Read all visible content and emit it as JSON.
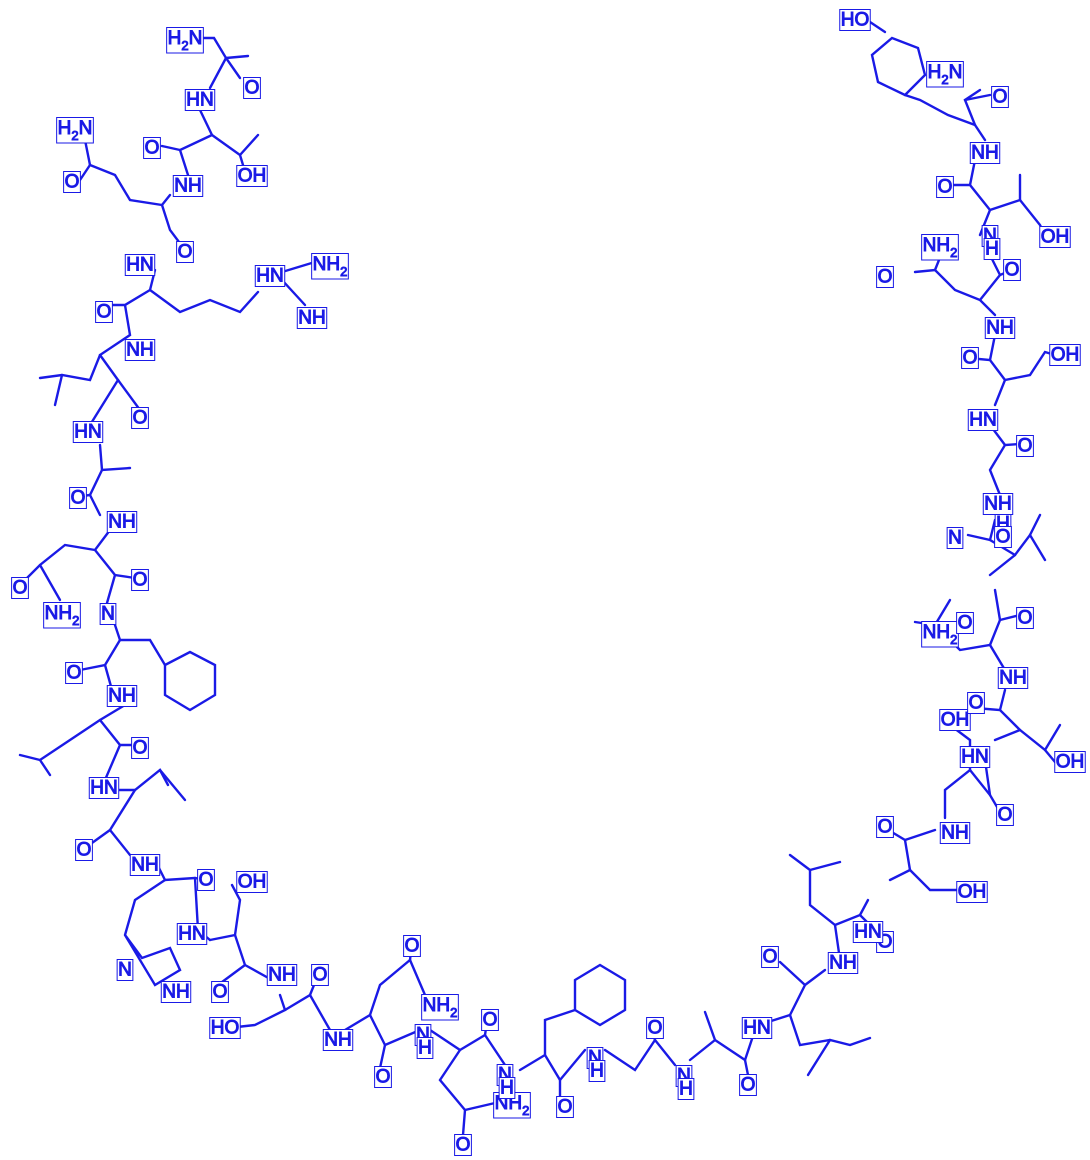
{
  "colors": {
    "ink": "#1a1ae6"
  },
  "atom_labels": [
    {
      "text": "H2N",
      "kind": "amine-label"
    },
    {
      "text": "O",
      "kind": "carbonyl-oxygen-label"
    },
    {
      "text": "HN",
      "kind": "amide-nh-label"
    },
    {
      "text": "O",
      "kind": "carbonyl-oxygen-label"
    },
    {
      "text": "OH",
      "kind": "hydroxyl-label"
    },
    {
      "text": "H2N",
      "kind": "amine-label"
    },
    {
      "text": "O",
      "kind": "carbonyl-oxygen-label"
    },
    {
      "text": "NH",
      "kind": "amide-nh-label"
    },
    {
      "text": "O",
      "kind": "carbonyl-oxygen-label"
    },
    {
      "text": "HN",
      "kind": "amide-nh-label"
    },
    {
      "text": "NH2",
      "kind": "amine-label"
    },
    {
      "text": "HN",
      "kind": "amide-nh-label"
    },
    {
      "text": "NH",
      "kind": "imine-label"
    },
    {
      "text": "O",
      "kind": "carbonyl-oxygen-label"
    },
    {
      "text": "NH",
      "kind": "amide-nh-label"
    },
    {
      "text": "O",
      "kind": "carbonyl-oxygen-label"
    },
    {
      "text": "HN",
      "kind": "amide-nh-label"
    },
    {
      "text": "O",
      "kind": "carbonyl-oxygen-label"
    },
    {
      "text": "NH",
      "kind": "amide-nh-label"
    },
    {
      "text": "O",
      "kind": "carbonyl-oxygen-label"
    },
    {
      "text": "O",
      "kind": "carbonyl-oxygen-label"
    },
    {
      "text": "NH2",
      "kind": "amine-label"
    },
    {
      "text": "N",
      "kind": "amide-n-label"
    },
    {
      "text": "O",
      "kind": "carbonyl-oxygen-label"
    },
    {
      "text": "NH",
      "kind": "amide-nh-label"
    },
    {
      "text": "O",
      "kind": "carbonyl-oxygen-label"
    },
    {
      "text": "HN",
      "kind": "amide-nh-label"
    },
    {
      "text": "O",
      "kind": "carbonyl-oxygen-label"
    },
    {
      "text": "NH",
      "kind": "amide-nh-label"
    },
    {
      "text": "O",
      "kind": "carbonyl-oxygen-label"
    },
    {
      "text": "OH",
      "kind": "hydroxyl-label"
    },
    {
      "text": "HN",
      "kind": "amide-nh-label"
    },
    {
      "text": "N",
      "kind": "ring-nitrogen-label"
    },
    {
      "text": "NH",
      "kind": "ring-nh-label"
    },
    {
      "text": "O",
      "kind": "carbonyl-oxygen-label"
    },
    {
      "text": "NH",
      "kind": "amide-nh-label"
    },
    {
      "text": "O",
      "kind": "carbonyl-oxygen-label"
    },
    {
      "text": "HO",
      "kind": "hydroxyl-label"
    },
    {
      "text": "O",
      "kind": "carbonyl-oxygen-label"
    },
    {
      "text": "NH",
      "kind": "amide-nh-label"
    },
    {
      "text": "O",
      "kind": "carbonyl-oxygen-label"
    },
    {
      "text": "NH2",
      "kind": "amine-label"
    },
    {
      "text": "N",
      "kind": "amide-n-label"
    },
    {
      "text": "H",
      "kind": "amide-h-label"
    },
    {
      "text": "O",
      "kind": "carbonyl-oxygen-label"
    },
    {
      "text": "O",
      "kind": "carbonyl-oxygen-label"
    },
    {
      "text": "NH2",
      "kind": "amine-label"
    },
    {
      "text": "N",
      "kind": "amide-n-label"
    },
    {
      "text": "H",
      "kind": "amide-h-label"
    },
    {
      "text": "O",
      "kind": "carbonyl-oxygen-label"
    },
    {
      "text": "N",
      "kind": "amide-n-label"
    },
    {
      "text": "H",
      "kind": "amide-h-label"
    },
    {
      "text": "O",
      "kind": "carbonyl-oxygen-label"
    },
    {
      "text": "N",
      "kind": "amide-n-label"
    },
    {
      "text": "H",
      "kind": "amide-h-label"
    },
    {
      "text": "O",
      "kind": "carbonyl-oxygen-label"
    },
    {
      "text": "HN",
      "kind": "amide-nh-label"
    },
    {
      "text": "O",
      "kind": "carbonyl-oxygen-label"
    },
    {
      "text": "NH",
      "kind": "amide-nh-label"
    },
    {
      "text": "O",
      "kind": "carbonyl-oxygen-label"
    },
    {
      "text": "HN",
      "kind": "amide-nh-label"
    },
    {
      "text": "OH",
      "kind": "hydroxyl-label"
    },
    {
      "text": "O",
      "kind": "carbonyl-oxygen-label"
    },
    {
      "text": "NH",
      "kind": "amide-nh-label"
    },
    {
      "text": "OH",
      "kind": "hydroxyl-label"
    },
    {
      "text": "O",
      "kind": "carbonyl-oxygen-label"
    },
    {
      "text": "HN",
      "kind": "amide-nh-label"
    },
    {
      "text": "OH",
      "kind": "hydroxyl-label"
    },
    {
      "text": "O",
      "kind": "carbonyl-oxygen-label"
    },
    {
      "text": "NH",
      "kind": "amide-nh-label"
    },
    {
      "text": "NH2",
      "kind": "amine-label"
    },
    {
      "text": "O",
      "kind": "carbonyl-oxygen-label"
    },
    {
      "text": "O",
      "kind": "carbonyl-oxygen-label"
    },
    {
      "text": "N",
      "kind": "amide-n-label"
    },
    {
      "text": "H",
      "kind": "amide-h-label"
    },
    {
      "text": "O",
      "kind": "carbonyl-oxygen-label"
    },
    {
      "text": "NH",
      "kind": "amide-nh-label"
    },
    {
      "text": "HN",
      "kind": "amide-nh-label"
    },
    {
      "text": "O",
      "kind": "carbonyl-oxygen-label"
    },
    {
      "text": "OH",
      "kind": "hydroxyl-label"
    },
    {
      "text": "O",
      "kind": "carbonyl-oxygen-label"
    },
    {
      "text": "NH",
      "kind": "amide-nh-label"
    },
    {
      "text": "NH2",
      "kind": "amine-label"
    },
    {
      "text": "O",
      "kind": "carbonyl-oxygen-label"
    },
    {
      "text": "O",
      "kind": "carbonyl-oxygen-label"
    },
    {
      "text": "N",
      "kind": "amide-n-label"
    },
    {
      "text": "H",
      "kind": "amide-h-label"
    },
    {
      "text": "OH",
      "kind": "hydroxyl-label"
    },
    {
      "text": "O",
      "kind": "carbonyl-oxygen-label"
    },
    {
      "text": "NH",
      "kind": "amide-nh-label"
    },
    {
      "text": "H2N",
      "kind": "amine-label"
    },
    {
      "text": "O",
      "kind": "carbonyl-oxygen-label"
    },
    {
      "text": "HO",
      "kind": "hydroxyl-label"
    }
  ]
}
